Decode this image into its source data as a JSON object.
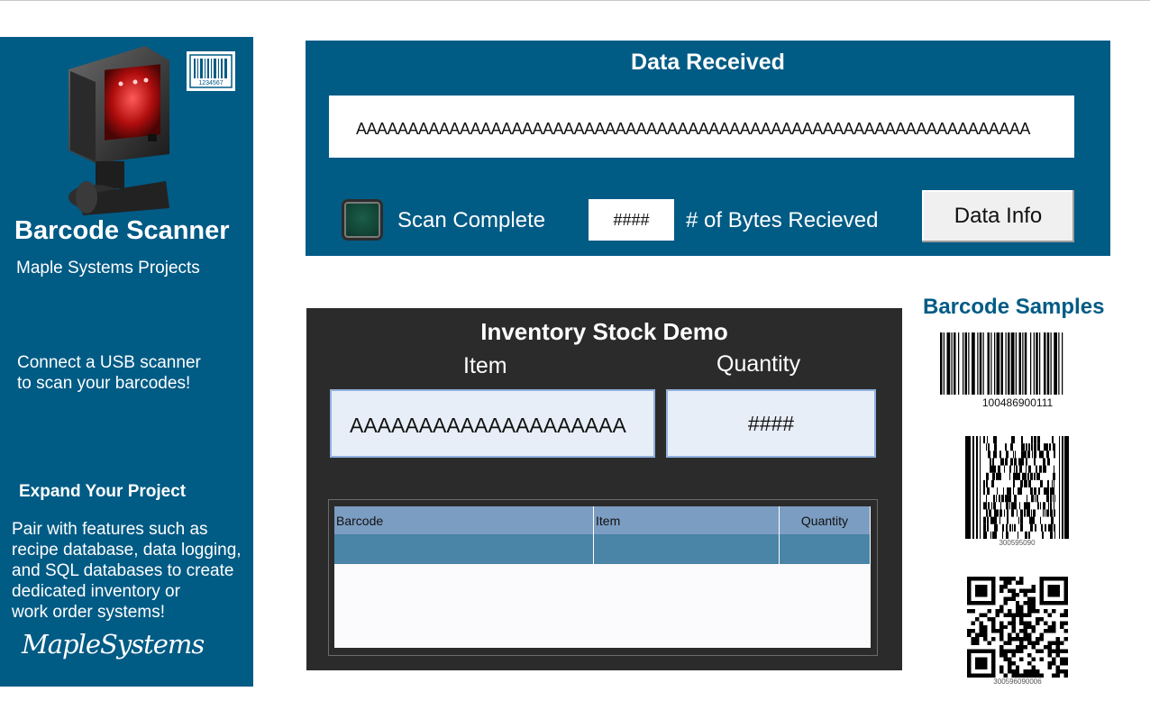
{
  "sidebar": {
    "title": "Barcode Scanner",
    "subtitle": "Maple Systems Projects",
    "connect_line1": "Connect a USB scanner",
    "connect_line2": "to scan your barcodes!",
    "expand_heading": "Expand Your Project",
    "pair_lines": [
      "Pair with features such as",
      "recipe database, data logging,",
      "and SQL databases to create",
      "dedicated inventory or",
      "work order systems!"
    ],
    "logo_text": "MapleSystems",
    "mini_barcode_number": "1234567",
    "icon": "barcode-scanner-icon"
  },
  "data_received": {
    "title": "Data Received",
    "value": "AAAAAAAAAAAAAAAAAAAAAAAAAAAAAAAAAAAAAAAAAAAAAAAAAAAAAAAAAAAAAAAAA",
    "scan_complete_label": "Scan Complete",
    "bytes_value": "####",
    "bytes_label": "# of Bytes Recieved",
    "data_info_button": "Data Info"
  },
  "inventory": {
    "title": "Inventory Stock Demo",
    "item_label": "Item",
    "quantity_label": "Quantity",
    "item_value": "AAAAAAAAAAAAAAAAAAAA",
    "quantity_value": "####",
    "table_headers": [
      "Barcode",
      "Item",
      "Quantity"
    ]
  },
  "samples": {
    "title": "Barcode Samples",
    "linear_number": "100486900111",
    "pdf417_number": "300595090",
    "qr_number": "300596090006"
  },
  "colors": {
    "brand_blue": "#005b85",
    "panel_dark": "#2b2b2b",
    "table_header": "#7c9dc2",
    "table_row": "#4a84a6"
  }
}
